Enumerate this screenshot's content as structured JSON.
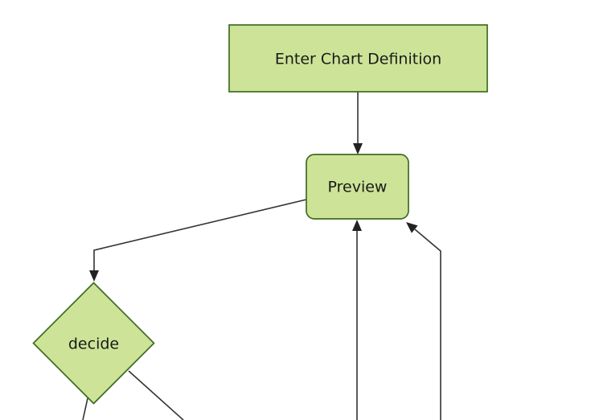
{
  "diagram": {
    "type": "flowchart",
    "background_color": "#ffffff",
    "node_fill_color": "#cde498",
    "node_border_color": "#3f6c21",
    "edge_color": "#333333",
    "arrowhead_color": "#222222",
    "label_color": "#1a1a1a",
    "nodes": [
      {
        "label": "Enter Chart Definition",
        "shape": "rectangle"
      },
      {
        "label": "Preview",
        "shape": "rounded-rectangle"
      },
      {
        "label": "decide",
        "shape": "diamond"
      }
    ],
    "edges": [
      {
        "from": "Enter Chart Definition",
        "to": "Preview",
        "arrow": true
      },
      {
        "from": "Preview",
        "to": "decide",
        "arrow": true
      },
      {
        "from": "offscreen-bottom-center",
        "to": "Preview",
        "arrow": true
      },
      {
        "from": "offscreen-bottom-right",
        "to": "Preview",
        "arrow": true
      },
      {
        "from": "decide",
        "to": "offscreen-bottom-left",
        "arrow": false
      },
      {
        "from": "decide",
        "to": "offscreen-bottom-right",
        "arrow": false
      }
    ]
  }
}
